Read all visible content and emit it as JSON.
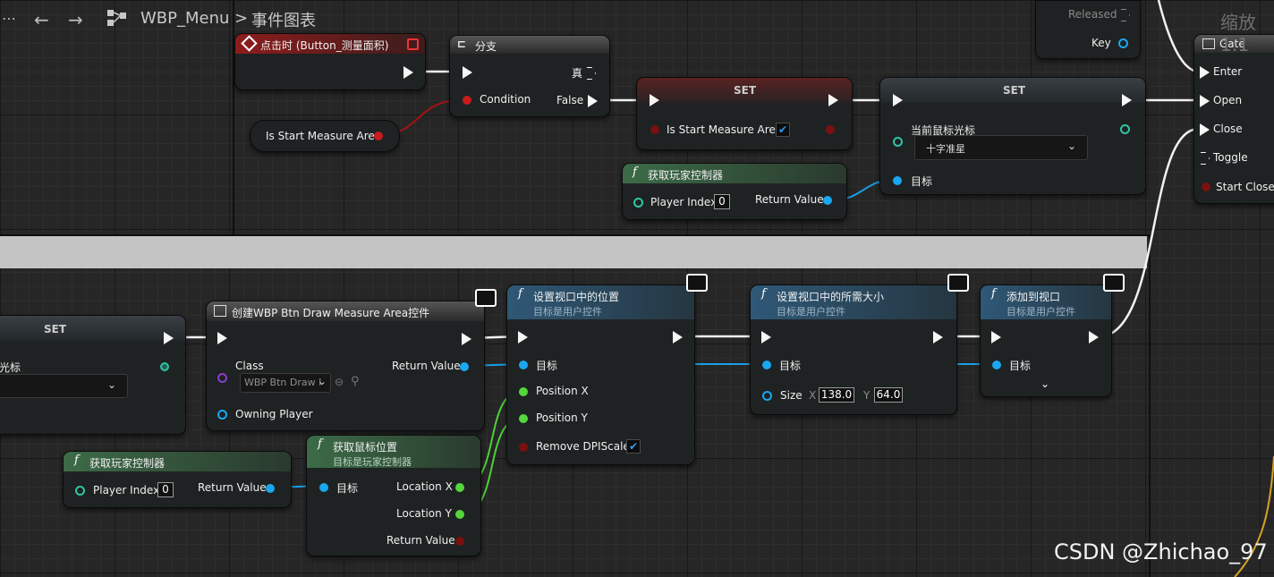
{
  "breadcrumb": {
    "app": "WBP_Menu",
    "separator": ">",
    "graph": "事件图表"
  },
  "zoom": "缩放1:1",
  "key_node": {
    "released": "Released",
    "key": "Key"
  },
  "gate": {
    "title": "Gate",
    "pins": [
      "Enter",
      "Open",
      "Close",
      "Toggle",
      "Start Close"
    ]
  },
  "event_node": {
    "title": "点击时 (Button_测量面积)"
  },
  "branch": {
    "title": "分支",
    "condition": "Condition",
    "true_label": "真",
    "false_label": "False"
  },
  "var_getter": {
    "label": "Is Start Measure Area"
  },
  "set1": {
    "title": "SET",
    "var": "Is Start Measure Area"
  },
  "set2": {
    "title": "SET",
    "var": "当前鼠标光标",
    "value": "十字准星",
    "target": "目标"
  },
  "get_pc_top": {
    "title": "获取玩家控制器",
    "player_index": "Player Index",
    "index_value": "0",
    "return": "Return Value"
  },
  "set_left": {
    "title": "SET",
    "partial": "光标"
  },
  "create_widget": {
    "title": "创建WBP Btn Draw Measure Area控件",
    "class": "Class",
    "class_value": "WBP Btn Draw I",
    "owning": "Owning Player",
    "return": "Return Value"
  },
  "get_pc_bottom": {
    "title": "获取玩家控制器",
    "player_index": "Player Index",
    "index_value": "0",
    "return": "Return Value"
  },
  "mouse_pos": {
    "title": "获取鼠标位置",
    "subtitle": "目标是玩家控制器",
    "target": "目标",
    "loc_x": "Location X",
    "loc_y": "Location Y",
    "return": "Return Value"
  },
  "set_pos": {
    "title": "设置视口中的位置",
    "subtitle": "目标是用户控件",
    "target": "目标",
    "pos_x": "Position X",
    "pos_y": "Position Y",
    "dpi": "Remove DPIScale"
  },
  "set_size": {
    "title": "设置视口中的所需大小",
    "subtitle": "目标是用户控件",
    "target": "目标",
    "size": "Size",
    "x_label": "X",
    "x_value": "138.0",
    "y_label": "Y",
    "y_value": "64.0"
  },
  "add_viewport": {
    "title": "添加到视口",
    "subtitle": "目标是用户控件",
    "target": "目标"
  },
  "watermark": "CSDN @Zhichao_97"
}
